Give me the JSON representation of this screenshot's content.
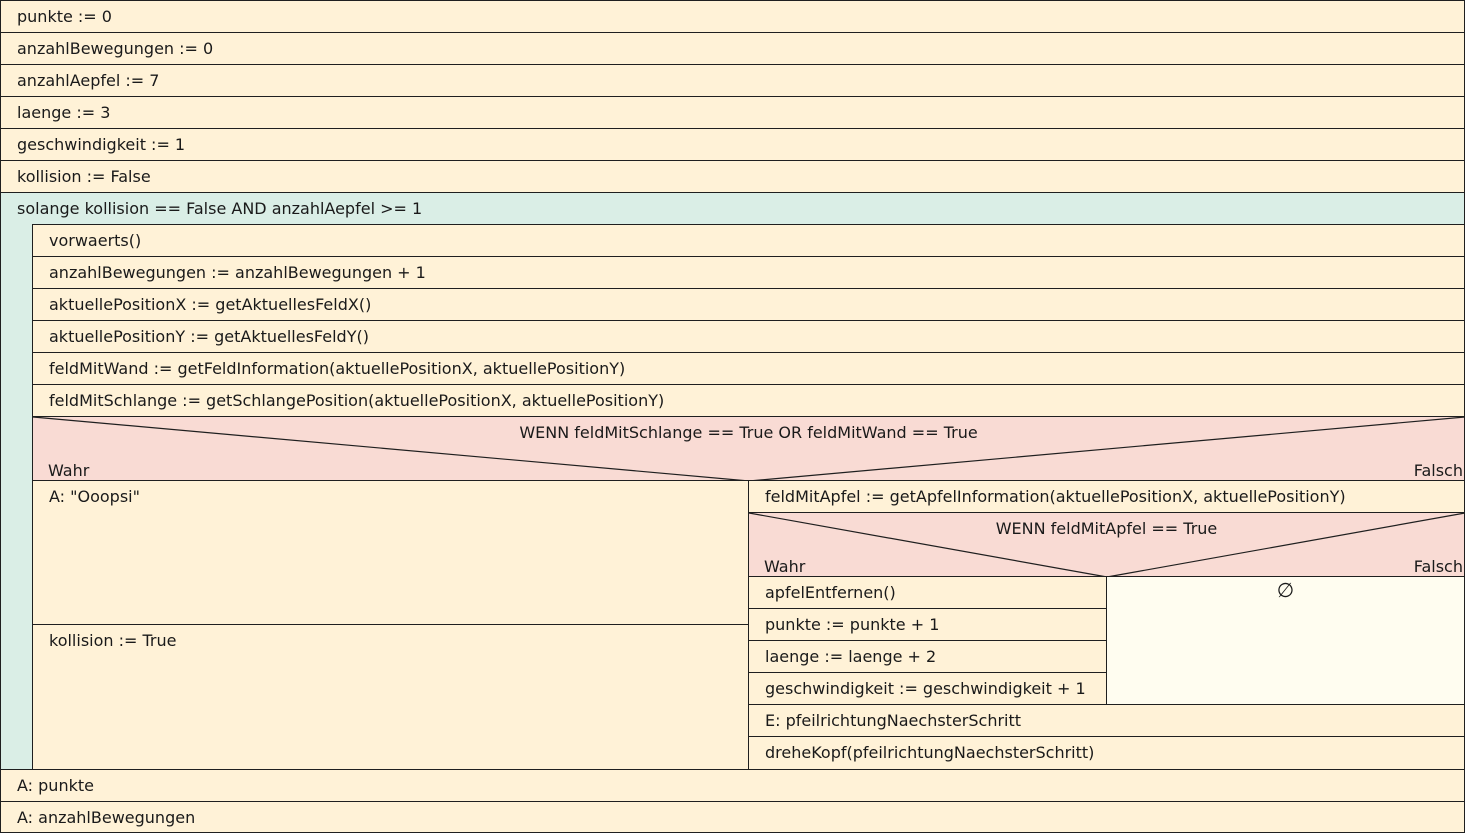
{
  "statements_top": [
    "punkte := 0",
    "anzahlBewegungen := 0",
    "anzahlAepfel := 7",
    "laenge := 3",
    "geschwindigkeit := 1",
    "kollision := False"
  ],
  "loop": {
    "header": "solange kollision == False AND anzahlAepfel >= 1",
    "body": [
      "vorwaerts()",
      "anzahlBewegungen := anzahlBewegungen + 1",
      "aktuellePositionX := getAktuellesFeldX()",
      "aktuellePositionY := getAktuellesFeldY()",
      "feldMitWand := getFeldInformation(aktuellePositionX, aktuellePositionY)",
      "feldMitSchlange := getSchlangePosition(aktuellePositionX, aktuellePositionY)"
    ],
    "if1": {
      "condition": "WENN feldMitSchlange == True OR feldMitWand == True",
      "true_label": "Wahr",
      "false_label": "Falsch",
      "true_branch": [
        "A: \"Ooopsi\"",
        "kollision := True"
      ],
      "false_branch": {
        "first": "feldMitApfel := getApfelInformation(aktuellePositionX, aktuellePositionY)",
        "if2": {
          "condition": "WENN feldMitApfel == True",
          "true_label": "Wahr",
          "false_label": "Falsch",
          "true_branch": [
            "apfelEntfernen()",
            "punkte := punkte + 1",
            "laenge := laenge + 2",
            "geschwindigkeit := geschwindigkeit + 1"
          ],
          "false_symbol": "∅"
        },
        "after": [
          "E: pfeilrichtungNaechsterSchritt",
          "dreheKopf(pfeilrichtungNaechsterSchritt)"
        ]
      }
    }
  },
  "statements_bottom": [
    "A: punkte",
    "A: anzahlBewegungen"
  ]
}
